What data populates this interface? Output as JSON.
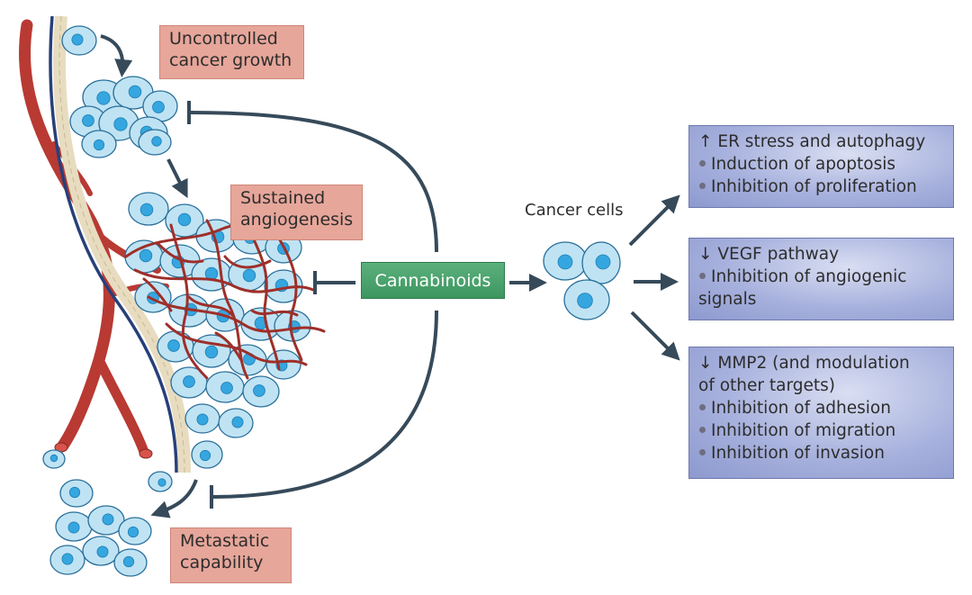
{
  "labels": {
    "uncontrolled_line1": "Uncontrolled",
    "uncontrolled_line2": "cancer growth",
    "sustained_line1": "Sustained",
    "sustained_line2": "angiogenesis",
    "metastatic_line1": "Metastatic",
    "metastatic_line2": "capability",
    "cannabinoids": "Cannabinoids",
    "cancer_cells": "Cancer cells"
  },
  "boxes": {
    "box1": {
      "heading": "↑ ER stress and autophagy",
      "items": [
        "Induction of apoptosis",
        "Inhibition of proliferation"
      ]
    },
    "box2": {
      "heading": "↓ VEGF pathway",
      "items": [
        "Inhibition of  angiogenic",
        "signals"
      ]
    },
    "box3": {
      "heading_line1": "↓ MMP2 (and modulation",
      "heading_line2": "of other targets)",
      "items": [
        "Inhibition of adhesion",
        "Inhibition of migration",
        "Inhibition of invasion"
      ]
    }
  },
  "colors": {
    "arrow": "#364a5a",
    "vessel": "#b83a33",
    "cell_fill": "#bfe3f3",
    "cell_stroke": "#2a6f9a",
    "nucleus": "#35a6df"
  }
}
